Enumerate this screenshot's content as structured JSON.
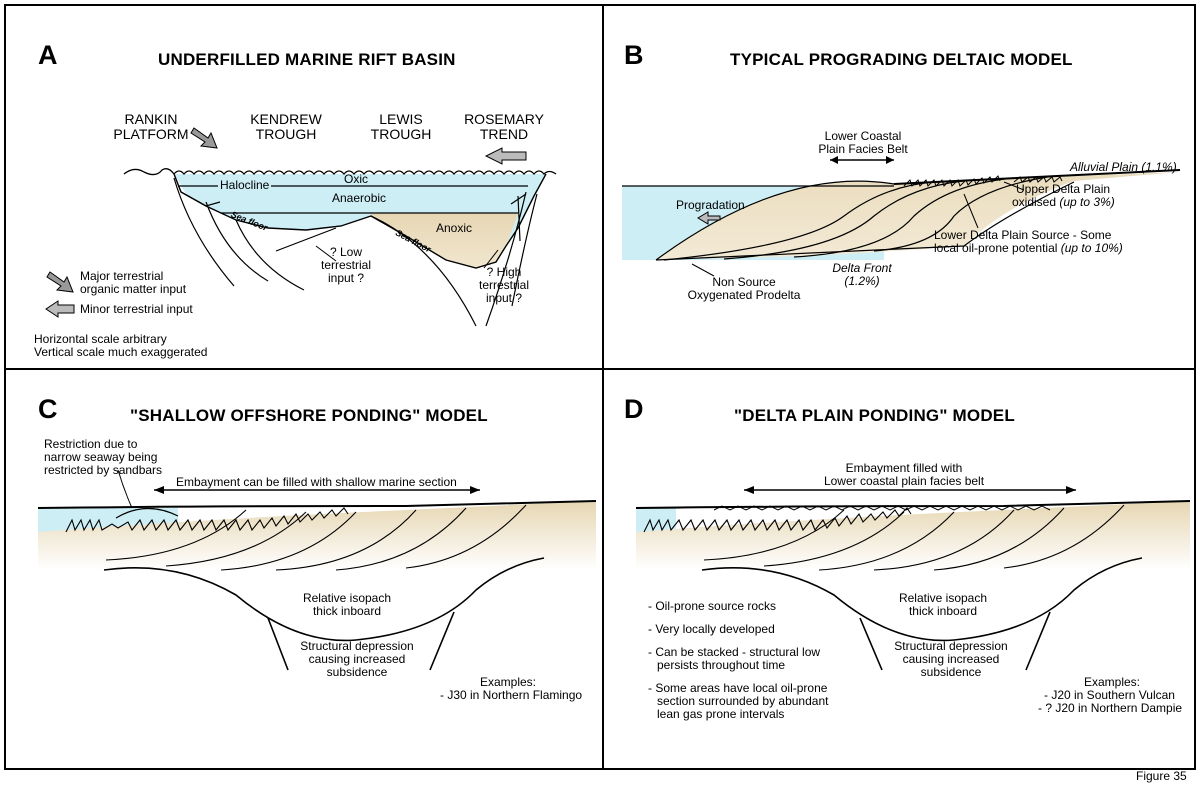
{
  "figure_caption": "Figure 35",
  "colors": {
    "water": "#cdeef5",
    "sediment": "#efe5cc",
    "anoxic": "#e8d9b8",
    "line": "#000000"
  },
  "panel_a": {
    "letter": "A",
    "title": "UNDERFILLED MARINE RIFT BASIN",
    "labels": {
      "rankin_1": "RANKIN",
      "rankin_2": "PLATFORM",
      "kendrew_1": "KENDREW",
      "kendrew_2": "TROUGH",
      "lewis_1": "LEWIS",
      "lewis_2": "TROUGH",
      "rosemary_1": "ROSEMARY",
      "rosemary_2": "TREND",
      "oxic": "Oxic",
      "halocline": "Halocline",
      "anaerobic": "Anaerobic",
      "anoxic": "Anoxic",
      "sea_floor_1": "Sea floor",
      "sea_floor_2": "Sea floor",
      "low_input_1": "? Low",
      "low_input_2": "terrestrial",
      "low_input_3": "input ?",
      "high_input_1": "? High",
      "high_input_2": "terrestrial",
      "high_input_3": "input ?"
    },
    "legend": {
      "major_1": "Major terrestrial",
      "major_2": "organic matter input",
      "minor": "Minor terrestrial input",
      "scale_1": "Horizontal scale arbitrary",
      "scale_2": "Vertical scale much exaggerated"
    }
  },
  "panel_b": {
    "letter": "B",
    "title": "TYPICAL PROGRADING DELTAIC MODEL",
    "labels": {
      "lcp_1": "Lower Coastal",
      "lcp_2": "Plain Facies Belt",
      "alluvial": "Alluvial Plain (1.1%)",
      "progradation": "Progradation",
      "udp_1": "Upper Delta Plain",
      "udp_2a": "oxidised ",
      "udp_2b": "(up to 3%)",
      "ldp_1": "Lower Delta Plain Source - Some",
      "ldp_2a": "local oil-prone potential ",
      "ldp_2b": "(up to 10%)",
      "delta_front_1": "Delta Front",
      "delta_front_2": "(1.2%)",
      "nonsource_1": "Non Source",
      "nonsource_2": "Oxygenated Prodelta"
    }
  },
  "panel_c": {
    "letter": "C",
    "title": "\"SHALLOW OFFSHORE PONDING\" MODEL",
    "labels": {
      "restriction_1": "Restriction due to",
      "restriction_2": "narrow seaway being",
      "restriction_3": "restricted by sandbars",
      "embayment": "Embayment can be filled with shallow marine section",
      "isopach_1": "Relative isopach",
      "isopach_2": "thick inboard",
      "structural_1": "Structural depression",
      "structural_2": "causing increased",
      "structural_3": "subsidence",
      "examples_title": "Examples:",
      "example_1": "- J30 in Northern Flamingo"
    }
  },
  "panel_d": {
    "letter": "D",
    "title": "\"DELTA PLAIN PONDING\" MODEL",
    "labels": {
      "embayment_1": "Embayment filled with",
      "embayment_2": "Lower coastal plain facies belt",
      "isopach_1": "Relative isopach",
      "isopach_2": "thick inboard",
      "structural_1": "Structural depression",
      "structural_2": "causing increased",
      "structural_3": "subsidence",
      "examples_title": "Examples:",
      "example_1": "- J20 in Southern Vulcan",
      "example_2": "- ? J20 in Northern Dampie"
    },
    "bullets": {
      "b1": "- Oil-prone source rocks",
      "b2": "- Very locally developed",
      "b3_1": "- Can be stacked - structural low",
      "b3_2": "persists throughout time",
      "b4_1": "- Some areas have local oil-prone",
      "b4_2": "section surrounded by abundant",
      "b4_3": "lean gas prone intervals"
    }
  }
}
